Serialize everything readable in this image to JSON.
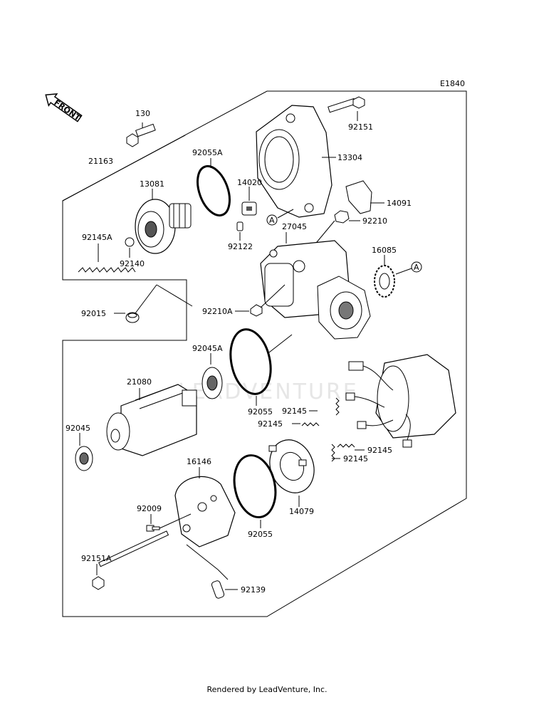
{
  "diagram_code": "E1840",
  "front_label": "FRONT",
  "watermark": "LEADVENTURE",
  "footer": "Rendered by LeadVenture, Inc.",
  "ref_a": "A",
  "parts": {
    "p130": "130",
    "p21163": "21163",
    "p92055A": "92055A",
    "p13081": "13081",
    "p92145A": "92145A",
    "p92140": "92140",
    "p14020": "14020",
    "p92122": "92122",
    "p13304": "13304",
    "p92151": "92151",
    "p14091": "14091",
    "p27045": "27045",
    "p92210": "92210",
    "p16085": "16085",
    "p92015": "92015",
    "p92210A": "92210A",
    "p92045A": "92045A",
    "p21080": "21080",
    "p92055_top": "92055",
    "p92145_1": "92145",
    "p92145_2": "92145",
    "p92145_3": "92145",
    "p92145_4": "92145",
    "p92045": "92045",
    "p16146": "16146",
    "p92009": "92009",
    "p14079": "14079",
    "p92055_bot": "92055",
    "p92151A": "92151A",
    "p92139": "92139"
  }
}
